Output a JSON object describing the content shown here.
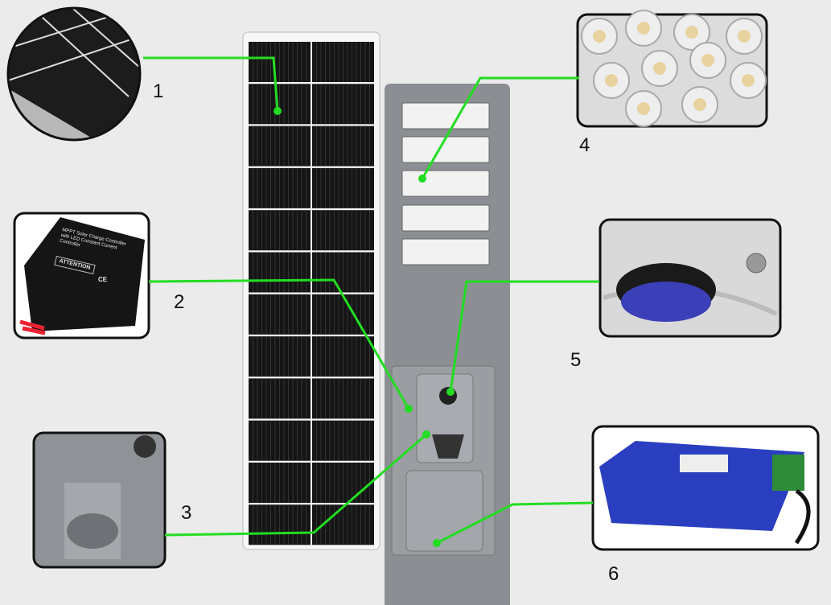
{
  "callouts": [
    {
      "number": "1",
      "part": "solar-panel"
    },
    {
      "number": "2",
      "part": "charge-controller"
    },
    {
      "number": "3",
      "part": "pole-mount"
    },
    {
      "number": "4",
      "part": "led-lenses"
    },
    {
      "number": "5",
      "part": "sensor"
    },
    {
      "number": "6",
      "part": "battery"
    }
  ],
  "controller_text": {
    "title": "MPPT Solar Charge Controller with LED Constant Current Controller",
    "attention": "ATTENTION",
    "mark": "CE"
  },
  "colors": {
    "leader_line": "#22dd22",
    "background": "#ebebeb",
    "lamp_body": "#8b8e93",
    "battery": "#2a3fc0"
  }
}
